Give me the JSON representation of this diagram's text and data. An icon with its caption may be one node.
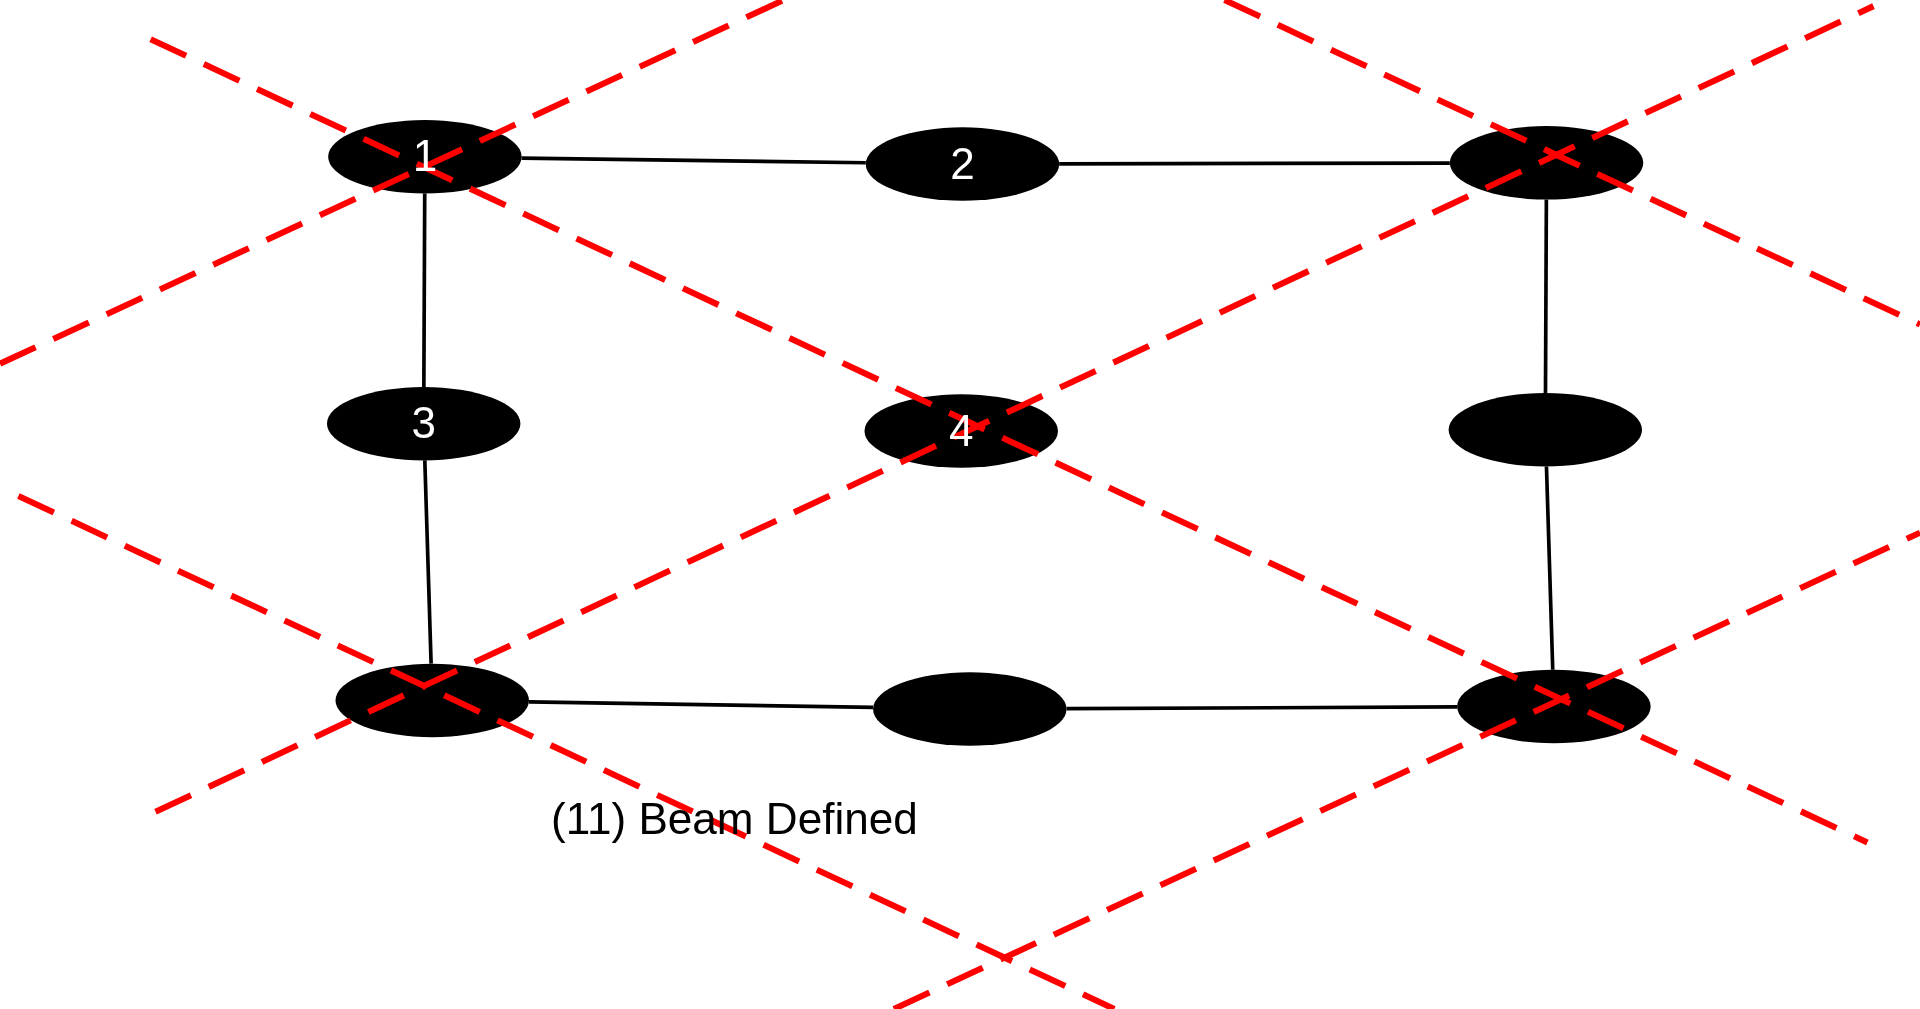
{
  "diagram": {
    "nodes": [
      {
        "text": [
          "1"
        ]
      },
      {
        "text": [
          "2"
        ]
      },
      {
        "text": [],
        "shape": "ellipse"
      },
      {
        "text": [
          "3"
        ]
      },
      {
        "text": [
          "4"
        ]
      },
      {
        "text": [],
        "shape": "ellipse"
      },
      {
        "text": [],
        "shape": "ellipse"
      },
      {
        "text": [],
        "shape": "ellipse"
      },
      {
        "text": [],
        "shape": "ellipse"
      }
    ],
    "edges": [
      {
        "from": 0,
        "to": 1,
        "arrow": "none"
      },
      {
        "from": 1,
        "to": 2,
        "arrow": "none"
      },
      {
        "from": 0,
        "to": 3,
        "arrow": "none"
      },
      {
        "from": 3,
        "to": 6,
        "arrow": "none"
      },
      {
        "from": 2,
        "to": 5,
        "arrow": "none"
      },
      {
        "from": 5,
        "to": 8,
        "arrow": "none"
      },
      {
        "from": 6,
        "to": 7,
        "arrow": "none"
      },
      {
        "from": 7,
        "to": 8,
        "arrow": "none"
      }
    ],
    "labels": [
      "(11) Beam Defined"
    ]
  }
}
